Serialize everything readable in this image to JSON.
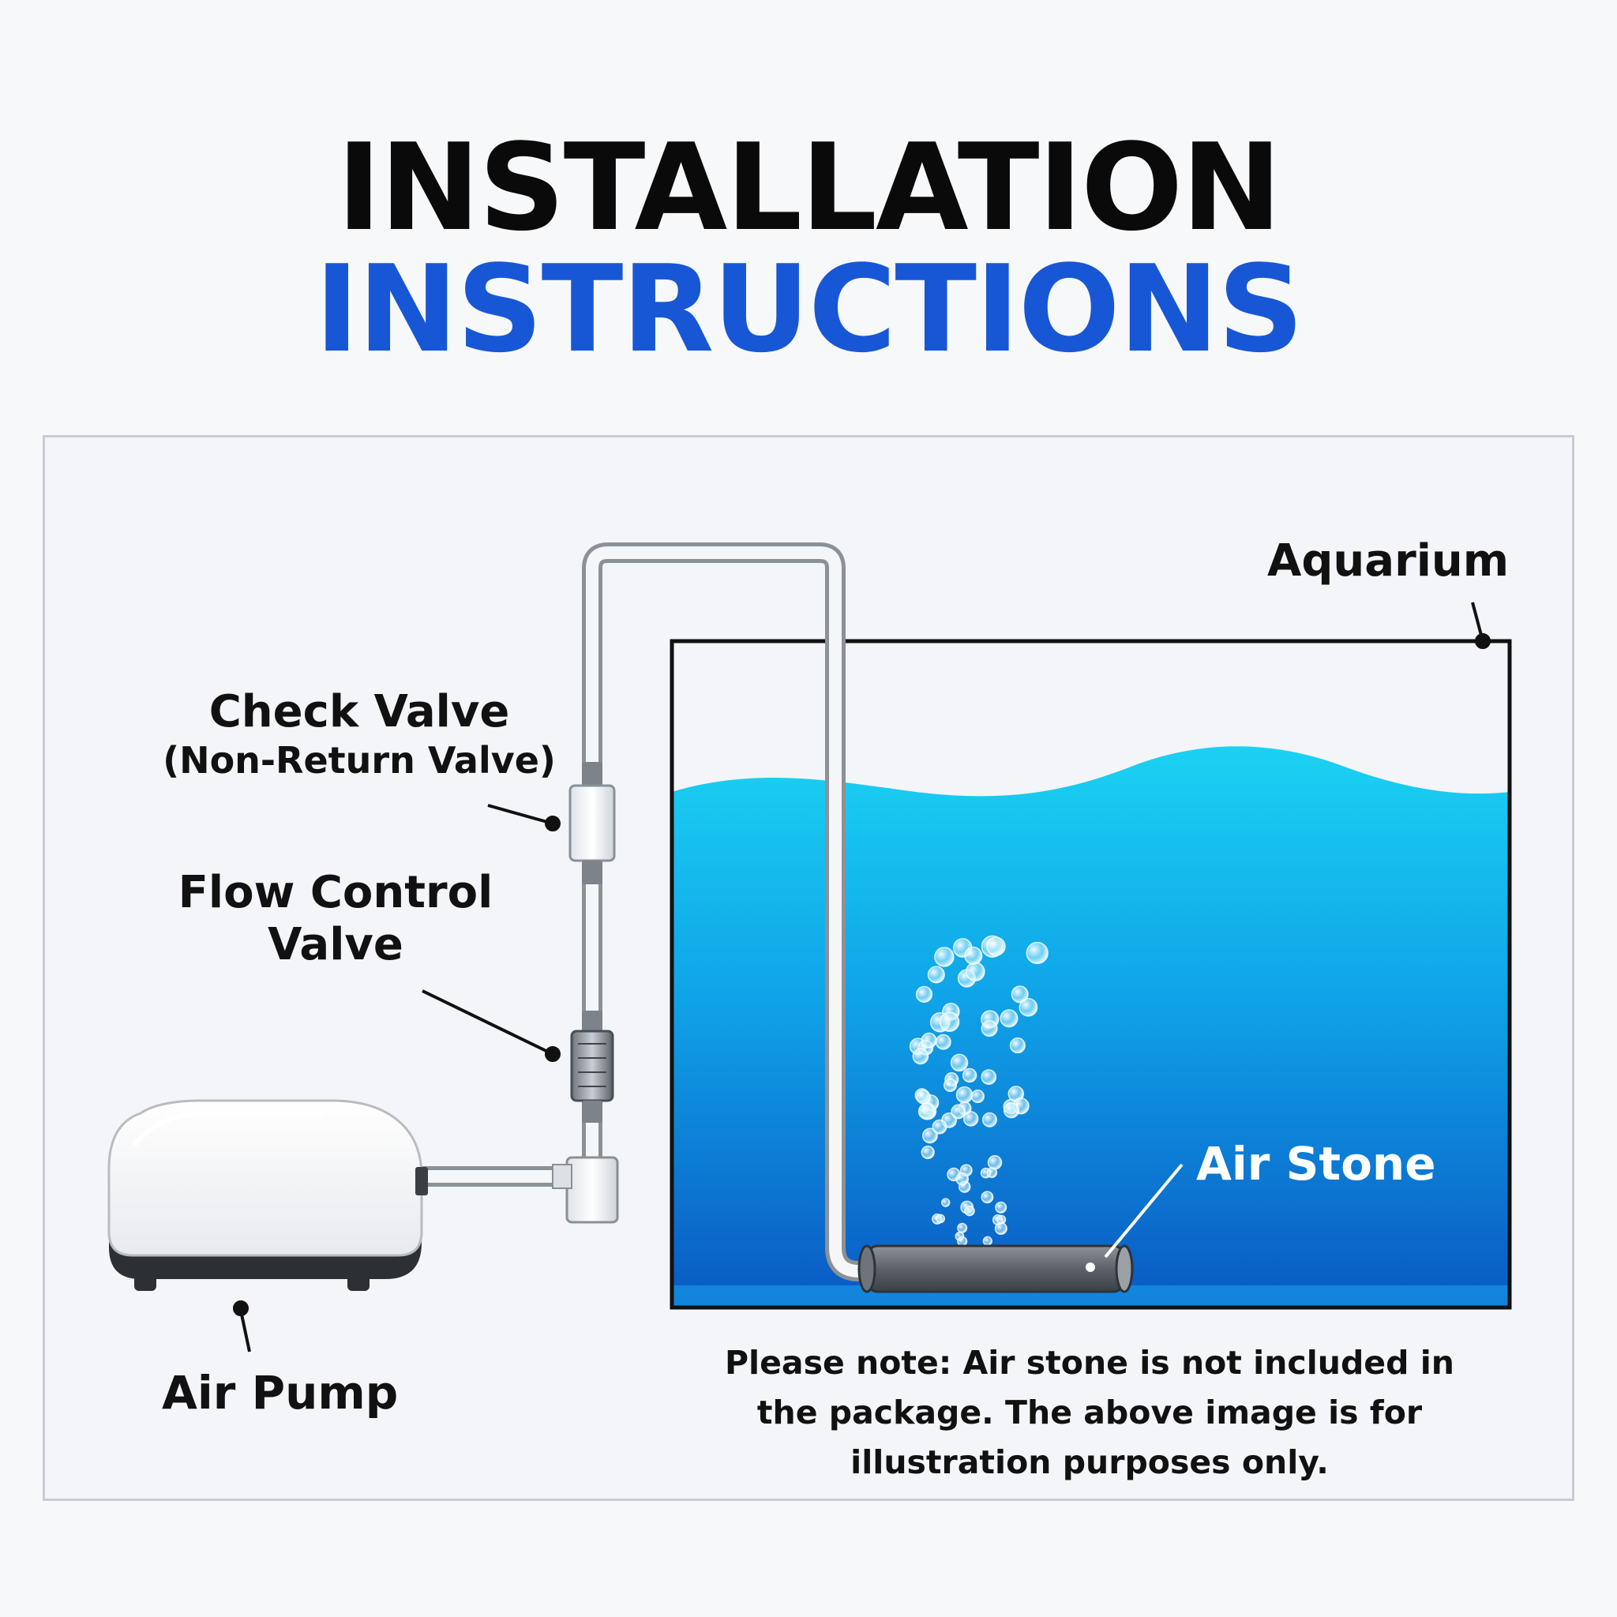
{
  "title": {
    "line1": "INSTALLATION",
    "line2": "INSTRUCTIONS"
  },
  "colors": {
    "title_line1": "#0a0a0a",
    "title_line2": "#1757d6",
    "water_top": "#1bd2f2",
    "water_bottom": "#0a63c9",
    "panel_border": "#c9ccd1"
  },
  "labels": {
    "aquarium": "Aquarium",
    "check_valve": "Check Valve",
    "check_valve_sub": "(Non-Return Valve)",
    "flow_control_valve": "Flow Control Valve",
    "air_stone": "Air Stone",
    "air_pump": "Air Pump"
  },
  "note": "Please note: Air stone is not included in the package. The above image is for illustration purposes only.",
  "icons": {
    "pump": "air-pump-icon",
    "check_valve": "check-valve-icon",
    "flow_valve": "flow-control-valve-icon",
    "air_stone": "air-stone-icon",
    "tank": "aquarium-tank-icon"
  }
}
